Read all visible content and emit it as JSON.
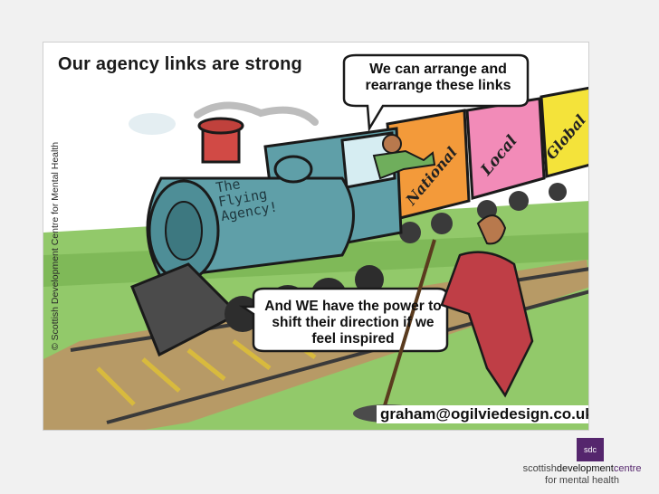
{
  "cartoon": {
    "title": "Our agency links are strong",
    "speech_top": "We can arrange and rearrange these links",
    "speech_bottom": "And WE have the power to shift their direction if we feel inspired",
    "locomotive_name_1": "The",
    "locomotive_name_2": "Flying",
    "locomotive_name_3": "Agency!",
    "car_labels": [
      "National",
      "Local",
      "Global"
    ],
    "email": "graham@ogilviedesign.co.uk",
    "copyright": "© Scottish Development Centre for Mental Health"
  },
  "branding": {
    "logo_text": "sdc",
    "word_part1": "scottish",
    "word_part2": "development",
    "word_part3": "centre",
    "word_line2": "for mental health"
  },
  "colors": {
    "slide_background": "#f1f1f1",
    "locomotive": "#5f9fa8",
    "car_orange": "#f39a3a",
    "car_pink": "#f28bb8",
    "car_yellow": "#f4e33a",
    "brand_purple": "#55266d"
  }
}
